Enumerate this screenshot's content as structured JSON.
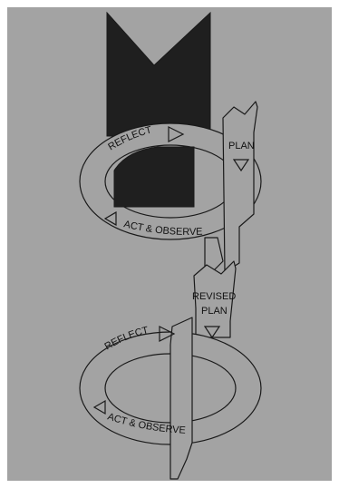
{
  "colors": {
    "background": "#a3a3a3",
    "frame": "#ffffff",
    "dark_fill": "#1f1f1f",
    "stroke": "#1a1a1a"
  },
  "cycle1": {
    "reflect": "REFLECT",
    "plan": "PLAN",
    "act_observe": "ACT & OBSERVE"
  },
  "revised_plan": {
    "line1": "REVISED",
    "line2": "PLAN"
  },
  "cycle2": {
    "reflect": "REFLECT",
    "act_observe": "ACT & OBSERVE"
  }
}
